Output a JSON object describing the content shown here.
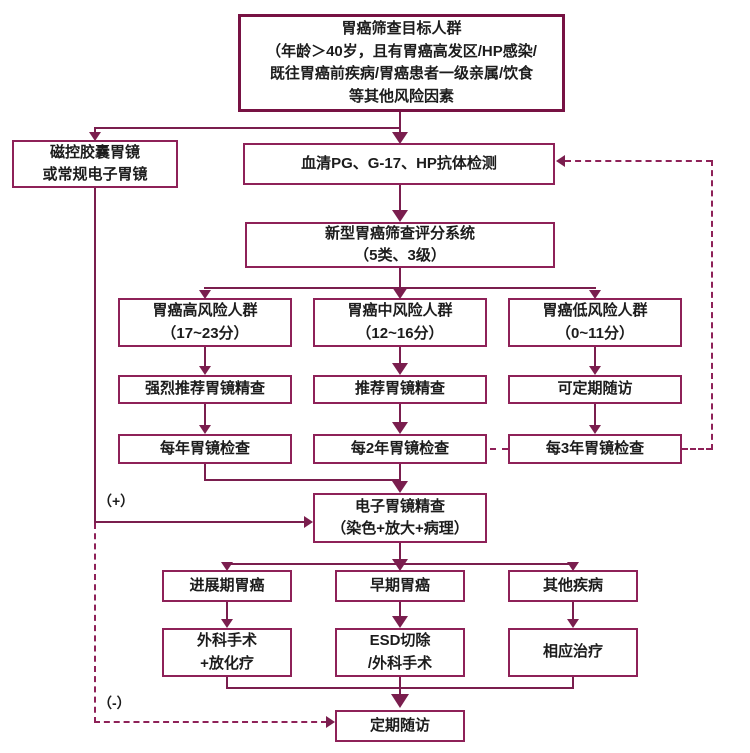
{
  "nodes": {
    "target": "胃癌筛查目标人群\n（年龄＞40岁，且有胃癌高发区/HP感染/\n既往胃癌前疾病/胃癌患者一级亲属/饮食\n等其他风险因素",
    "capsule": "磁控胶囊胃镜\n或常规电子胃镜",
    "serum": "血清PG、G-17、HP抗体检测",
    "scoring": "新型胃癌筛查评分系统\n（5类、3级）",
    "risk_high": "胃癌高风险人群\n（17~23分）",
    "risk_mid": "胃癌中风险人群\n（12~16分）",
    "risk_low": "胃癌低风险人群\n（0~11分）",
    "strong_rec": "强烈推荐胃镜精查",
    "rec": "推荐胃镜精查",
    "periodic_ok": "可定期随访",
    "yearly": "每年胃镜检查",
    "every2y": "每2年胃镜检查",
    "every3y": "每3年胃镜检查",
    "precise": "电子胃镜精查\n（染色+放大+病理）",
    "advanced": "进展期胃癌",
    "early": "早期胃癌",
    "other": "其他疾病",
    "surgery": "外科手术\n+放化疗",
    "esd": "ESD切除\n/外科手术",
    "therapy": "相应治疗",
    "followup": "定期随访"
  },
  "annotations": {
    "positive": "（+）",
    "negative": "（-）"
  },
  "colors": {
    "line": "#7A1E4E",
    "box_border": "#8E2158",
    "outer_box_border": "#771243",
    "text": "#1C1C1C"
  }
}
